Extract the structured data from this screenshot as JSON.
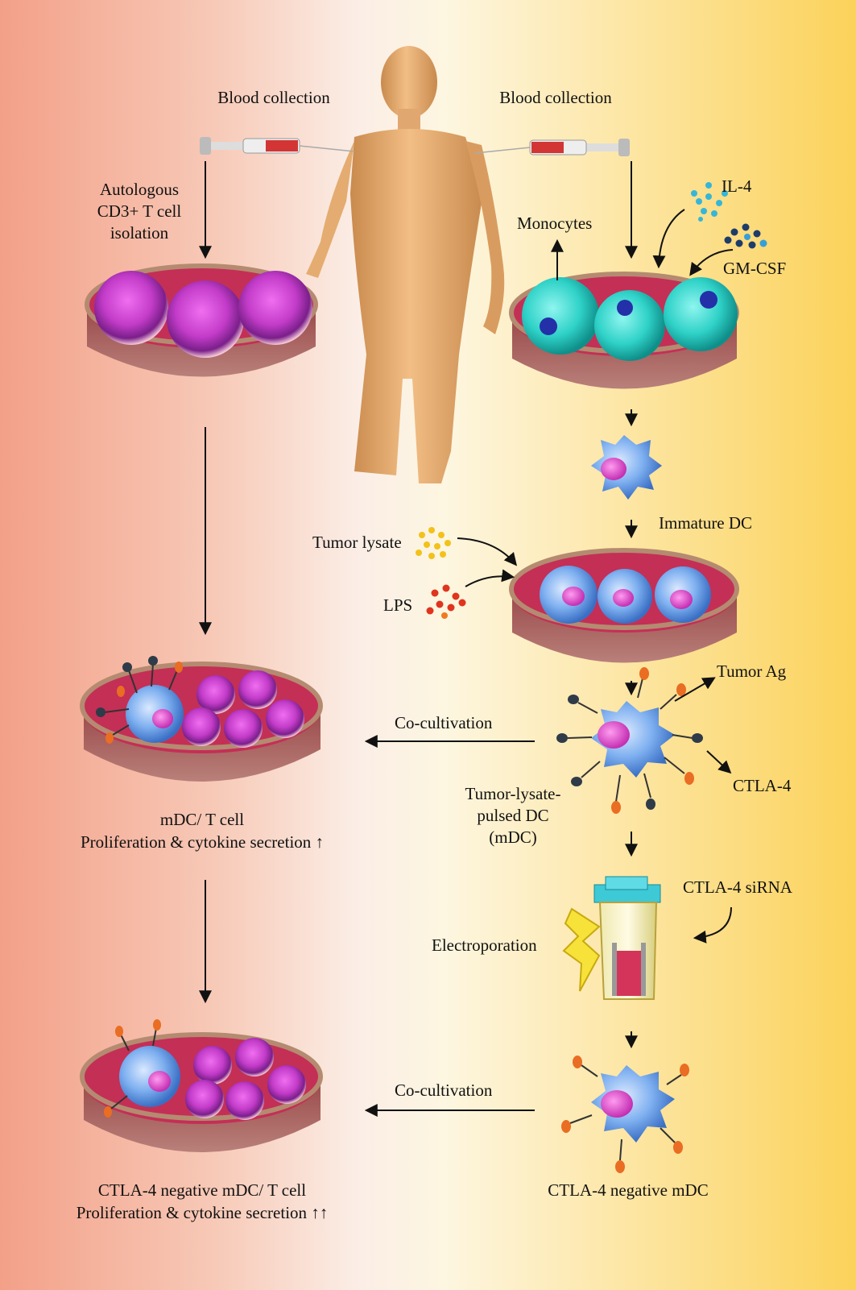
{
  "labels": {
    "blood_left": "Blood collection",
    "blood_right": "Blood collection",
    "autologous_1": "Autologous",
    "autologous_2": "CD3+ T cell",
    "autologous_3": "isolation",
    "monocytes": "Monocytes",
    "il4": "IL-4",
    "gmcsf": "GM-CSF",
    "immature_dc": "Immature DC",
    "tumor_lysate": "Tumor lysate",
    "lps": "LPS",
    "tumor_ag": "Tumor Ag",
    "cocultivation_1": "Co-cultivation",
    "ctla4": "CTLA-4",
    "pulsed_1": "Tumor-lysate-",
    "pulsed_2": "pulsed DC",
    "pulsed_3": "(mDC)",
    "mdc_tcell_1": "mDC/ T cell",
    "mdc_tcell_2": "Proliferation & cytokine secretion ↑",
    "ctla4_sirna": "CTLA-4 siRNA",
    "electroporation": "Electroporation",
    "cocultivation_2": "Co-cultivation",
    "ctla4_neg_mdc": "CTLA-4 negative mDC",
    "neg_tcell_1": "CTLA-4 negative mDC/ T cell",
    "neg_tcell_2": "Proliferation & cytokine secretion  ↑↑"
  },
  "colors": {
    "tcell": "#d63fd0",
    "monocyte": "#36d6cc",
    "dendritic": "#6fa6ea",
    "dish_medium": "#c42f56",
    "tumor_lysate": "#f2c21a",
    "lps": "#e0341e",
    "il4": "#35b6d8",
    "gmcsf": "#1e3c6a"
  }
}
